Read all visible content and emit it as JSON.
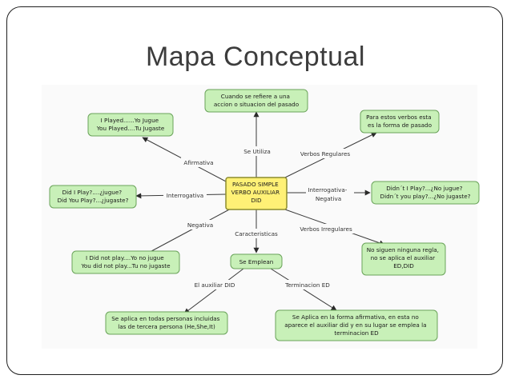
{
  "slide": {
    "title": "Mapa Conceptual"
  },
  "nodes": {
    "central": [
      "PASADO SIMPLE",
      "VERBO AUXILIAR",
      "DID"
    ],
    "utiliza": [
      "Cuando se refiere a una",
      "accion o situacion del pasado"
    ],
    "regulares": [
      "Para estos verbos esta",
      "es la forma de pasado"
    ],
    "afirmativa": [
      "I Played......Yo Jugue",
      "You Played....Tu Jugaste"
    ],
    "interrogativa": [
      "Did I Play?....¿jugue?",
      "Did You Play?...¿jugaste?"
    ],
    "interneg": [
      "Didn´t I Play?...¿No jugue?",
      "Didn´t you play?...¿No jugaste?"
    ],
    "negativa": [
      "I Did not play....Yo no jugue",
      "You did not play...Tu no jugaste"
    ],
    "irregulares": [
      "No siguen ninguna regla,",
      "no se aplica el auxiliar",
      "ED,DID"
    ],
    "emplean": [
      "Se Emplean"
    ],
    "auxiliar": [
      "Se aplica en todas personas incluidas",
      "las de tercera persona (He,She,It)"
    ],
    "terminacion": [
      "Se Aplica en la forma afirmativa, en esta no",
      "aparece el auxiliar did y en su lugar se emplea la",
      "terminacion ED"
    ]
  },
  "links": {
    "se_utiliza": [
      "Se Utiliza"
    ],
    "verbos_regulares": [
      "Verbos Regulares"
    ],
    "afirmativa": [
      "Afirmativa"
    ],
    "interrogativa": [
      "Interrogativa"
    ],
    "interrogativa_negativa": [
      "Interrogativa-",
      "Negativa"
    ],
    "negativa": [
      "Negativa"
    ],
    "caracteristicas": [
      "Caracteristicas"
    ],
    "verbos_irregulares": [
      "Verbos Irregulares"
    ],
    "el_auxiliar": [
      "El auxiliar DID"
    ],
    "terminacion_ed": [
      "Terminacion ED"
    ]
  },
  "colors": {
    "node_fill": "#c8f0b8",
    "node_stroke": "#6aa35a",
    "central_fill": "#fff176",
    "central_stroke": "#8c8c2e",
    "line": "#3a3a3a"
  }
}
